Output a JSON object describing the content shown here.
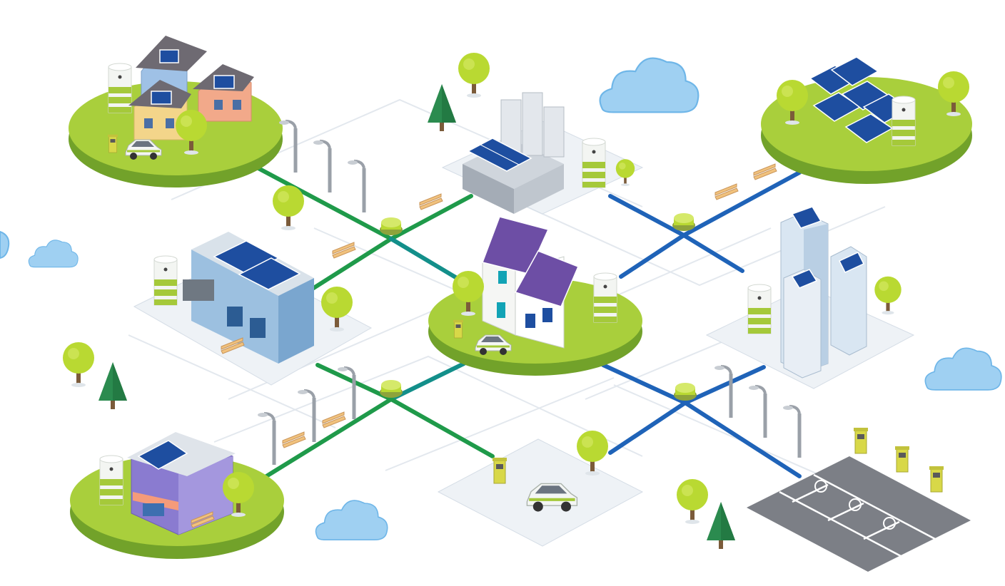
{
  "colors": {
    "background": "#ffffff",
    "grass_top": "#a9cf3c",
    "grass_side": "#72a22a",
    "green_line": "#1f9a4a",
    "blue_line": "#1f63b8",
    "teal_line": "#138f8a",
    "cloud": "#9fd0f2",
    "cloud_edge": "#6fb6e8",
    "plaza": "#eef2f6",
    "plaza_edge": "#d5dde6",
    "asphalt": "#7c7f86",
    "solar_blue": "#1e4ea0",
    "solar_purple": "#6d4ea5",
    "tree_canopy": "#b9d932",
    "tree_trunk": "#7b5b3a",
    "pine": "#2b8b4f",
    "battery_white": "#f3f5f2",
    "battery_band": "#a5c93a",
    "lamp": "#9aa0a8",
    "charger_lime": "#d8d848"
  },
  "nodes": [
    {
      "id": "residential-houses",
      "kind": "island"
    },
    {
      "id": "factory",
      "kind": "plaza"
    },
    {
      "id": "solar-farm",
      "kind": "island"
    },
    {
      "id": "office-building",
      "kind": "plaza"
    },
    {
      "id": "central-house",
      "kind": "island"
    },
    {
      "id": "office-towers",
      "kind": "plaza"
    },
    {
      "id": "shop",
      "kind": "island"
    },
    {
      "id": "ev-charging-station",
      "kind": "plaza"
    },
    {
      "id": "parking-lot",
      "kind": "asphalt"
    }
  ],
  "connections": [
    {
      "from": "residential-houses",
      "to": "central-house",
      "color": "green"
    },
    {
      "from": "factory",
      "to": "central-house",
      "color": "green"
    },
    {
      "from": "office-building",
      "to": "central-house",
      "color": "green"
    },
    {
      "from": "solar-farm",
      "to": "central-house",
      "color": "blue"
    },
    {
      "from": "office-towers",
      "to": "central-house",
      "color": "blue"
    },
    {
      "from": "shop",
      "to": "central-house",
      "color": "green"
    },
    {
      "from": "ev-charging-station",
      "to": "central-house",
      "color": "green"
    },
    {
      "from": "parking-lot",
      "to": "central-house",
      "color": "blue"
    }
  ],
  "icons": [
    "cloud-icon",
    "tree-icon",
    "pine-icon",
    "street-lamp-icon",
    "bench-icon",
    "battery-icon",
    "solar-panel-icon",
    "ev-charger-icon",
    "electric-car-icon",
    "grid-hub-icon"
  ]
}
